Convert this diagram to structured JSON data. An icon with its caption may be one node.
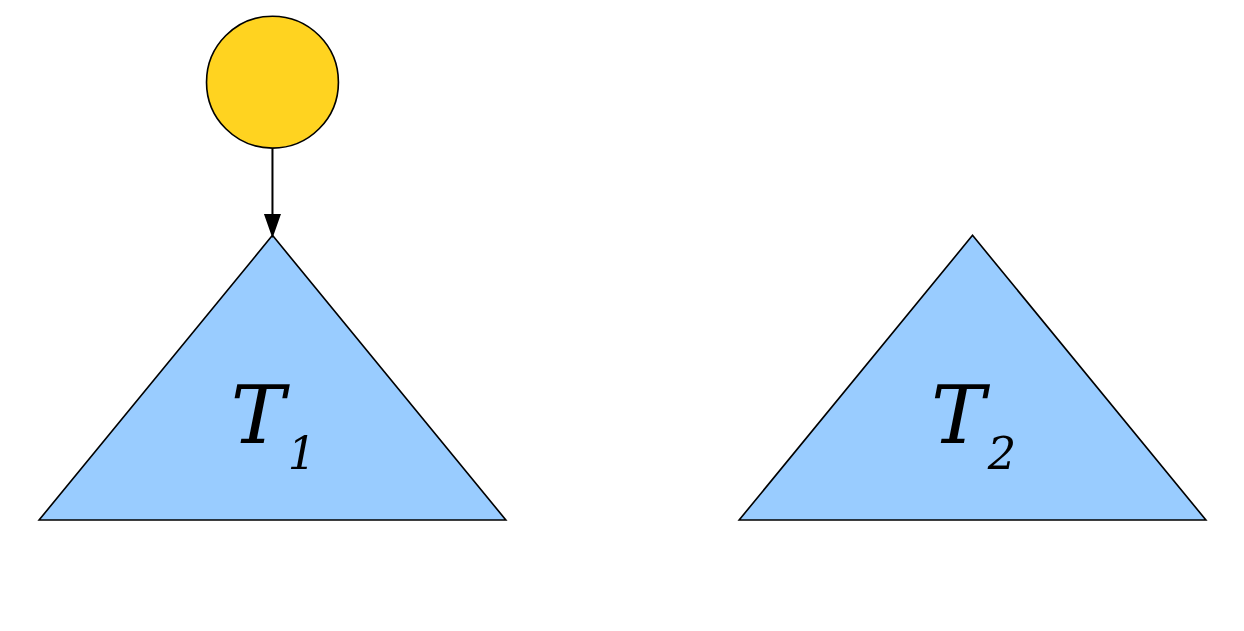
{
  "diagram": {
    "nodes": [
      {
        "text": [],
        "shape": "circle"
      },
      {
        "text": [
          "T$_{1}$"
        ]
      },
      {
        "text": [
          "T$_{2}$"
        ]
      }
    ],
    "edges": [
      {
        "from": 0,
        "to": 1,
        "arrow": "to"
      }
    ]
  }
}
